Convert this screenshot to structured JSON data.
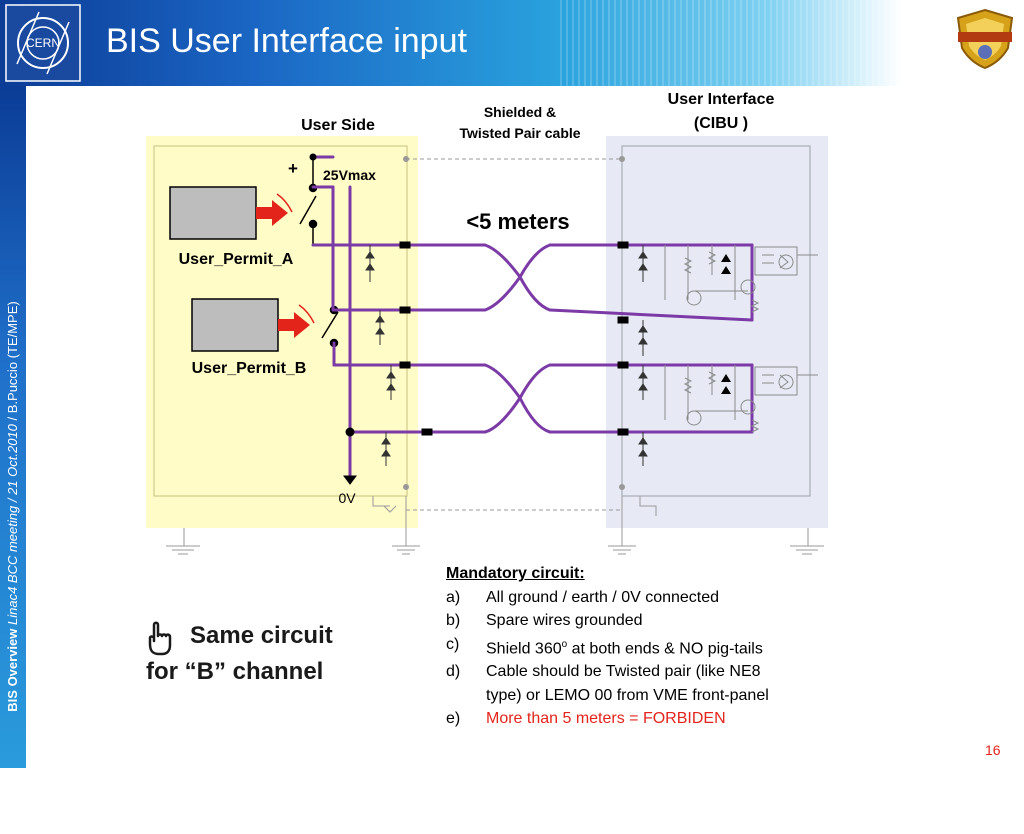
{
  "slide": {
    "title": "BIS User Interface input",
    "page_number": "16",
    "sidebar": {
      "part1": "BIS Overview",
      "part2": " Linac4 BCC meeting / 21 Oct.2010",
      "part3": " / B.Puccio (TE/MPE)"
    },
    "logo_text": "CERN"
  },
  "diagram": {
    "label_user_side": "User Side",
    "label_cable": "Shielded &",
    "label_cable2": "Twisted Pair cable",
    "label_ui": "User Interface",
    "label_ui2": "(CIBU )",
    "label_plus": "+",
    "label_voltage": "25Vmax",
    "label_distance": "<5 meters",
    "label_permit_a": "User_Permit_A",
    "label_permit_b": "User_Permit_B",
    "label_0v": "0V"
  },
  "notes": {
    "heading": "Mandatory circuit:",
    "items": [
      {
        "letter": "a)",
        "text": "All ground / earth / 0V connected"
      },
      {
        "letter": "b)",
        "text": " Spare wires grounded"
      },
      {
        "letter": "c)",
        "text": " Shield 360",
        "sup": "o",
        "tail": " at both ends & NO pig-tails"
      },
      {
        "letter": "d)",
        "text": "Cable should be Twisted pair (like NE8"
      },
      {
        "letter": "",
        "text": "type) or LEMO 00 from VME front-panel"
      },
      {
        "letter": "e)",
        "text": " More than 5 meters = FORBIDEN"
      }
    ]
  },
  "callout": {
    "line1": "Same circuit",
    "line2": "for “B” channel"
  },
  "colors": {
    "wire": "#7b3aa6",
    "user_box": "#fffcc8",
    "ui_box": "#e7eaf5",
    "warning": "#e3241b"
  }
}
